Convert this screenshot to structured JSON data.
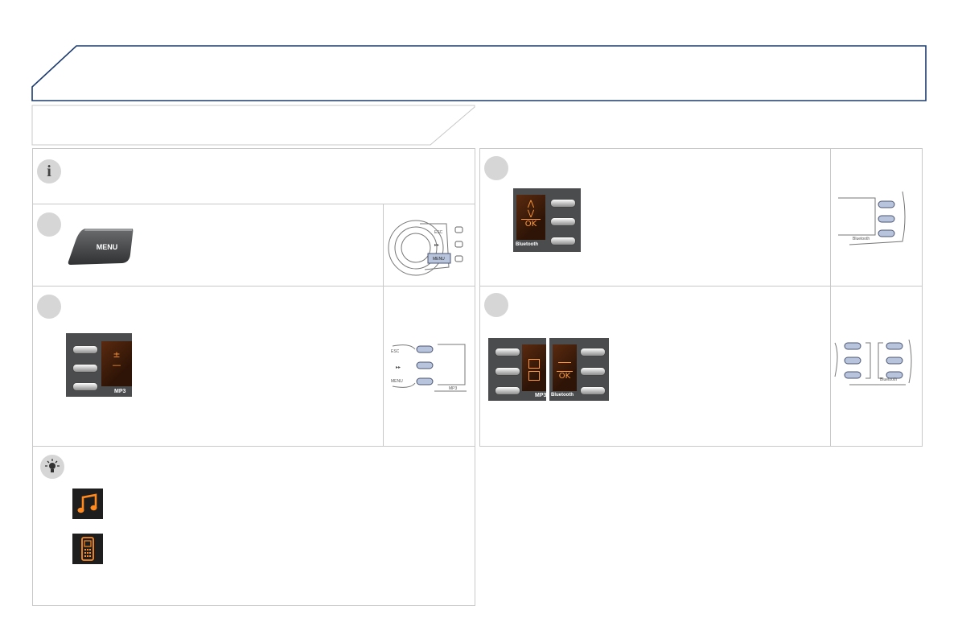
{
  "menu_key": {
    "label": "MENU"
  },
  "screen_step2": {
    "line1": "±",
    "line2": "—",
    "mp3": "MP3"
  },
  "screen_step3": {
    "up": "⋀",
    "down": "⋁",
    "ok": "OK",
    "bluetooth": "Bluetooth"
  },
  "screen_step4a": {
    "mp3": "MP3"
  },
  "screen_step4b": {
    "ok": "OK",
    "bluetooth": "Bluetooth"
  },
  "sketch_step1": {
    "esc": "ESC",
    "next": "▸▸",
    "menu": "MENU"
  },
  "sketch_step2": {
    "esc": "ESC",
    "next": "▸▸",
    "menu": "MENU",
    "mp3": "MP3"
  },
  "sketch_step3": {
    "bluetooth": "Bluetooth"
  },
  "sketch_step4": {
    "bluetooth": "Bluetooth"
  },
  "icons": [
    "music-note-icon",
    "mobile-phone-icon",
    "info-icon",
    "light-bulb-icon"
  ],
  "colors": {
    "title_border": "#1c3a6e",
    "screen_text": "#ff9a3c",
    "screen_bg": "#3a1a08",
    "panel_border": "#c8c8c8"
  }
}
